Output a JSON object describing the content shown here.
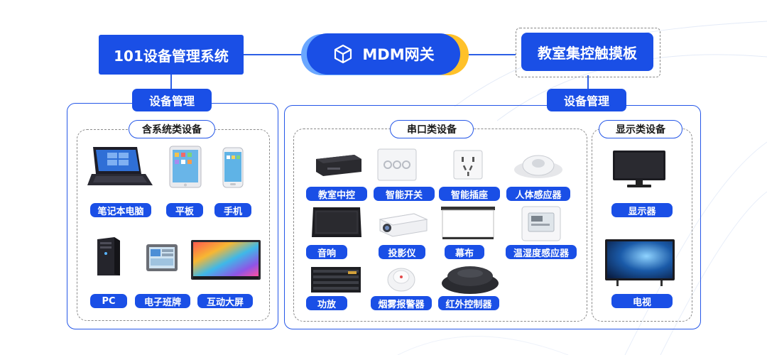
{
  "top": {
    "left_system": "101设备管理系统",
    "gateway": "MDM网关",
    "right_system": "教室集控触摸板"
  },
  "left_section": {
    "tag": "设备管理",
    "group_title": "含系统类设备",
    "devices": [
      "笔记本电脑",
      "平板",
      "手机",
      "PC",
      "电子班牌",
      "互动大屏"
    ]
  },
  "right_section": {
    "tag": "设备管理",
    "serial_group": {
      "title": "串口类设备",
      "devices": [
        "教室中控",
        "智能开关",
        "智能插座",
        "人体感应器",
        "音响",
        "投影仪",
        "幕布",
        "温湿度感应器",
        "功放",
        "烟雾报警器",
        "红外控制器"
      ]
    },
    "display_group": {
      "title": "显示类设备",
      "devices": [
        "显示器",
        "电视"
      ]
    }
  }
}
